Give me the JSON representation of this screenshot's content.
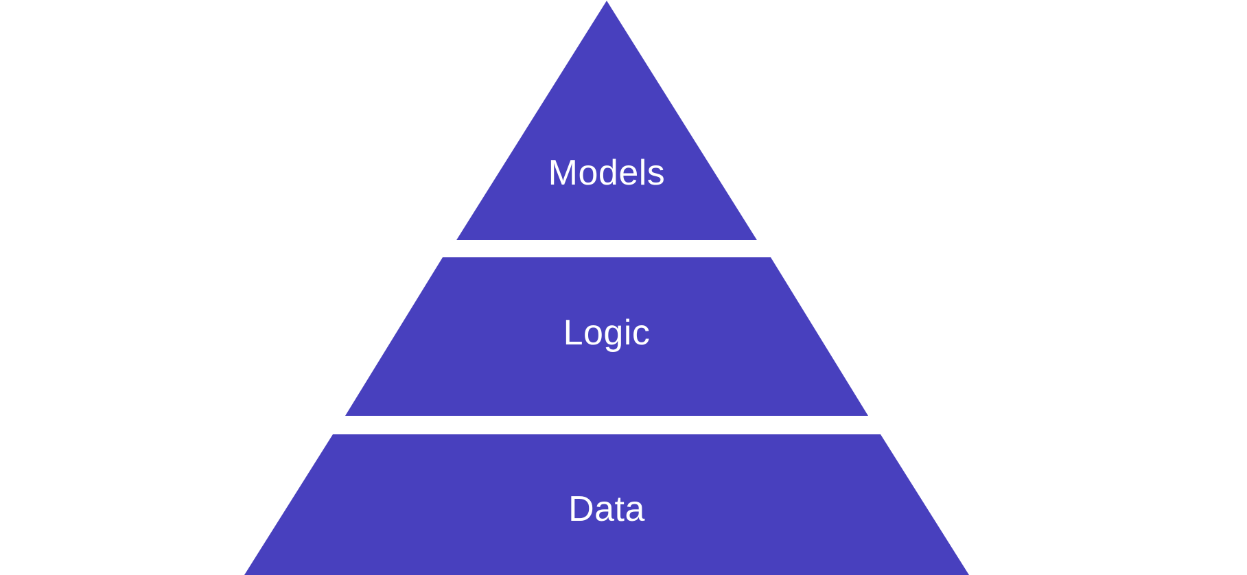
{
  "diagram": {
    "type": "pyramid",
    "background_color": "#ffffff",
    "layer_fill_color": "#4840BE",
    "label_color": "#ffffff",
    "layers": [
      {
        "label": "Models"
      },
      {
        "label": "Logic"
      },
      {
        "label": "Data"
      }
    ]
  }
}
